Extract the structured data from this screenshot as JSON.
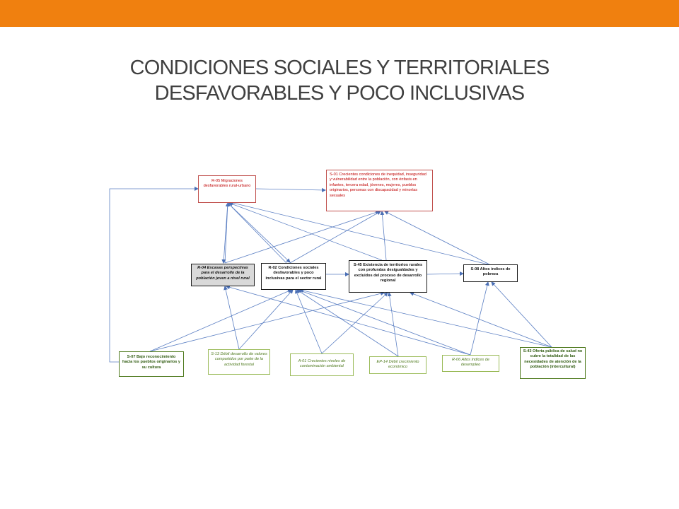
{
  "slide": {
    "accent_color": "#f0800f",
    "title_lines": [
      "CONDICIONES SOCIALES Y TERRITORIALES",
      "DESFAVORABLES Y POCO INCLUSIVAS"
    ]
  },
  "nodes": {
    "r05": "R-05 Migraciones desfavorables rural-urbano",
    "s01": "S-01 Crecientes condiciones de inequidad, inseguridad y vulnerabilidad entre la población, con énfasis en infantes, tercera edad, jóvenes, mujeres, pueblos originarios, personas con discapacidad y minorías sexuales",
    "r04": "R-04 Escasas perspectivas para el desarrollo de la población joven a nivel rural",
    "r02": "R-02 Condiciones sociales desfavorables y poco inclusivas para el sector rural",
    "s45": "S-45 Existencia de territorios rurales con profundas desigualdades y excluidos del proceso de desarrollo regional",
    "s08": "S-08 Altos índices de pobreza",
    "s07": "S-07 Bajo reconocimiento hacia los pueblos originarios y su cultura",
    "s13": "S-13 Débil desarrollo de valores compartidos por parte de la actividad forestal",
    "a01": "A-01 Crecientes niveles de contaminación ambiental",
    "ep14": "EP-14 Débil crecimiento económico",
    "r06": "R-06 Altos índices de desempleo",
    "s43": "S-43 Oferta pública de salud no cubre la totalidad de las necesidades de atención de la población (intercultural)"
  }
}
